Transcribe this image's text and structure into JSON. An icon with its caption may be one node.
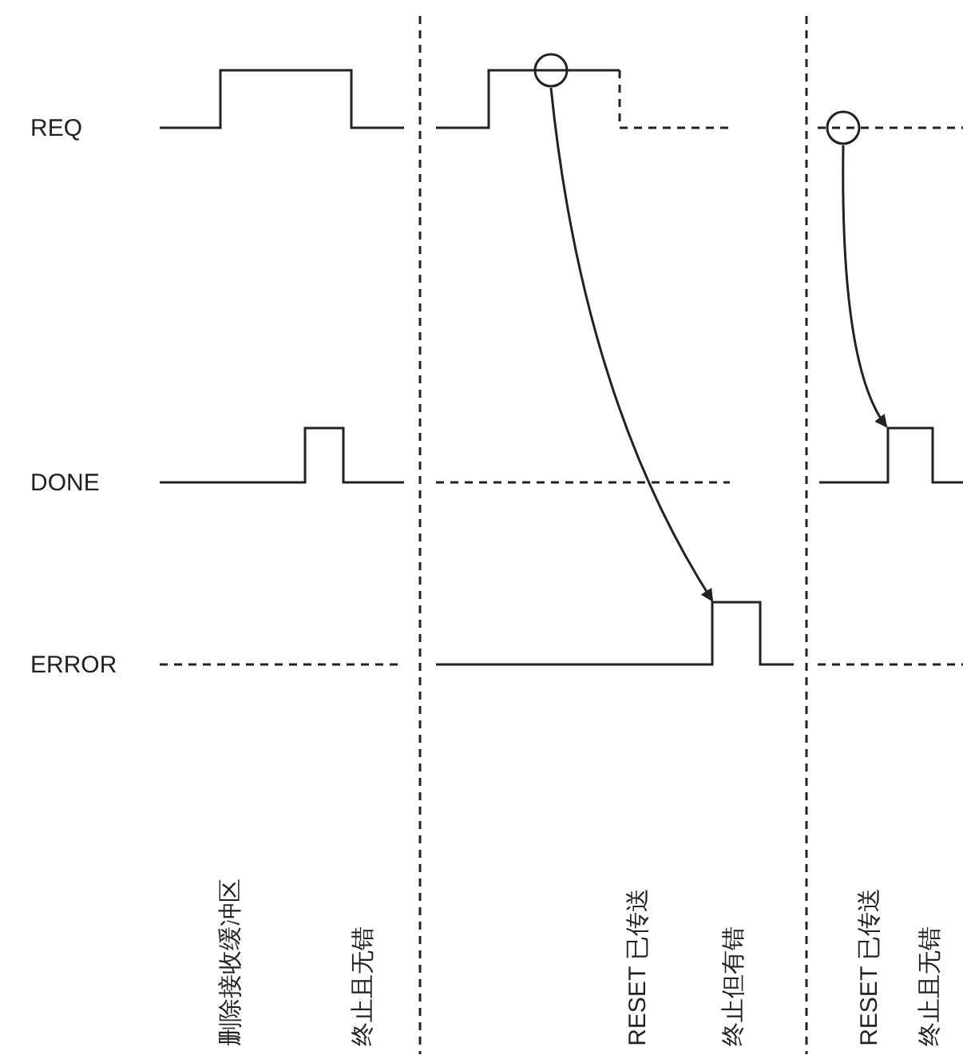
{
  "diagram": {
    "nodes": [
      {
        "text": [],
        "shape": "circle"
      },
      {
        "text": [],
        "shape": "circle"
      }
    ],
    "edges": [
      {
        "from": 0,
        "to": null,
        "arrow": "to"
      },
      {
        "from": 1,
        "to": null,
        "arrow": "to"
      }
    ],
    "labels": [
      "REQ",
      "DONE",
      "ERROR",
      "删除接收缓冲区",
      "终止且无错",
      "RESET 已传送",
      "终止但有错",
      "RESET 已传送",
      "终止且无错"
    ]
  }
}
